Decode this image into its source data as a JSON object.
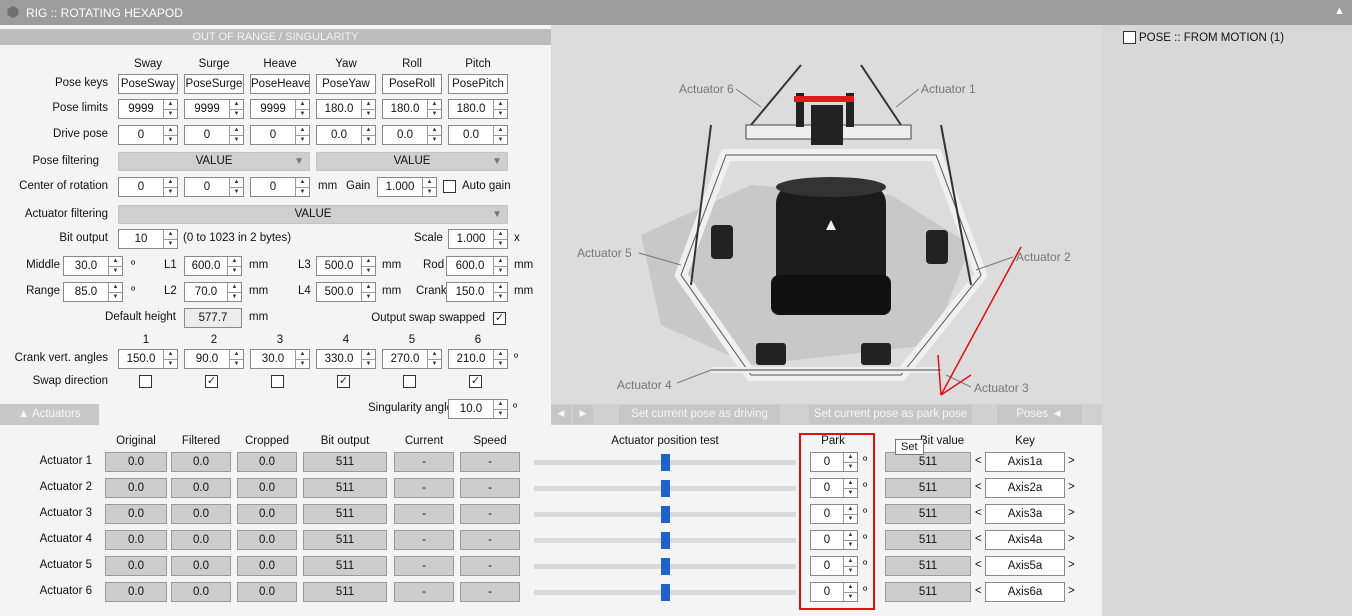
{
  "window": {
    "title": "RIG :: ROTATING HEXAPOD",
    "collapse_icon": "triangle-up-icon"
  },
  "banner": "OUT OF RANGE / SINGULARITY",
  "axes": [
    "Sway",
    "Surge",
    "Heave",
    "Yaw",
    "Roll",
    "Pitch"
  ],
  "pose_keys": {
    "label": "Pose keys",
    "values": [
      "PoseSway",
      "PoseSurge",
      "PoseHeave",
      "PoseYaw",
      "PoseRoll",
      "PosePitch"
    ]
  },
  "pose_limits": {
    "label": "Pose limits",
    "values": [
      "9999",
      "9999",
      "9999",
      "180.0",
      "180.0",
      "180.0"
    ]
  },
  "drive_pose": {
    "label": "Drive pose",
    "values": [
      "0",
      "0",
      "0",
      "0.0",
      "0.0",
      "0.0"
    ]
  },
  "pose_filtering": {
    "label": "Pose filtering",
    "left": "VALUE",
    "right": "VALUE"
  },
  "center_of_rotation": {
    "label": "Center of rotation",
    "values": [
      "0",
      "0",
      "0"
    ],
    "unit": "mm",
    "gain_label": "Gain",
    "gain": "1.000",
    "auto_gain": "Auto gain"
  },
  "actuator_filtering": {
    "label": "Actuator filtering",
    "value": "VALUE"
  },
  "bit_output": {
    "label": "Bit output",
    "value": "10",
    "hint": "(0 to 1023 in 2 bytes)",
    "scale_label": "Scale",
    "scale": "1.000",
    "scale_unit": "x"
  },
  "geometry": {
    "middle": {
      "label": "Middle",
      "value": "30.0",
      "unit": "º"
    },
    "range": {
      "label": "Range",
      "value": "85.0",
      "unit": "º"
    },
    "l1": {
      "label": "L1",
      "value": "600.0",
      "unit": "mm"
    },
    "l2": {
      "label": "L2",
      "value": "70.0",
      "unit": "mm"
    },
    "l3": {
      "label": "L3",
      "value": "500.0",
      "unit": "mm"
    },
    "l4": {
      "label": "L4",
      "value": "500.0",
      "unit": "mm"
    },
    "rod": {
      "label": "Rod",
      "value": "600.0",
      "unit": "mm"
    },
    "crank": {
      "label": "Crank",
      "value": "150.0",
      "unit": "mm"
    }
  },
  "default_height": {
    "label": "Default height",
    "value": "577.7",
    "unit": "mm"
  },
  "output_swap": {
    "label": "Output swap swapped",
    "checked": true
  },
  "crank": {
    "numbers": [
      "1",
      "2",
      "3",
      "4",
      "5",
      "6"
    ],
    "label": "Crank vert. angles",
    "values": [
      "150.0",
      "90.0",
      "30.0",
      "330.0",
      "270.0",
      "210.0"
    ],
    "unit": "º"
  },
  "swap_direction": {
    "label": "Swap direction",
    "checked": [
      false,
      true,
      false,
      true,
      false,
      true
    ]
  },
  "singularity": {
    "label": "Singularity angle",
    "value": "10.0",
    "unit": "º"
  },
  "diagram_labels": [
    "Actuator 6",
    "Actuator 1",
    "Actuator 5",
    "Actuator 2",
    "Actuator 4",
    "Actuator 3"
  ],
  "buttons": {
    "prev": "◄",
    "next": "►",
    "set_driving": "Set current pose as driving",
    "set_park": "Set current pose as park pose",
    "poses": "Poses ◄"
  },
  "actuators_tab": "▲  Actuators",
  "table": {
    "headers": [
      "Original",
      "Filtered",
      "Cropped",
      "Bit output",
      "Current",
      "Speed",
      "Actuator position test",
      "Park",
      "Bit value",
      "Key"
    ],
    "rows": [
      {
        "name": "Actuator 1",
        "original": "0.0",
        "filtered": "0.0",
        "cropped": "0.0",
        "bit": "511",
        "current": "-",
        "speed": "-",
        "park": "0",
        "bitval": "511",
        "key": "Axis1a"
      },
      {
        "name": "Actuator 2",
        "original": "0.0",
        "filtered": "0.0",
        "cropped": "0.0",
        "bit": "511",
        "current": "-",
        "speed": "-",
        "park": "0",
        "bitval": "511",
        "key": "Axis2a"
      },
      {
        "name": "Actuator 3",
        "original": "0.0",
        "filtered": "0.0",
        "cropped": "0.0",
        "bit": "511",
        "current": "-",
        "speed": "-",
        "park": "0",
        "bitval": "511",
        "key": "Axis3a"
      },
      {
        "name": "Actuator 4",
        "original": "0.0",
        "filtered": "0.0",
        "cropped": "0.0",
        "bit": "511",
        "current": "-",
        "speed": "-",
        "park": "0",
        "bitval": "511",
        "key": "Axis4a"
      },
      {
        "name": "Actuator 5",
        "original": "0.0",
        "filtered": "0.0",
        "cropped": "0.0",
        "bit": "511",
        "current": "-",
        "speed": "-",
        "park": "0",
        "bitval": "511",
        "key": "Axis5a"
      },
      {
        "name": "Actuator 6",
        "original": "0.0",
        "filtered": "0.0",
        "cropped": "0.0",
        "bit": "511",
        "current": "-",
        "speed": "-",
        "park": "0",
        "bitval": "511",
        "key": "Axis6a"
      }
    ],
    "park_unit": "º",
    "lt": "<",
    "gt": ">"
  },
  "tooltip": "Set",
  "right_panel": {
    "label": "POSE :: FROM MOTION (1)",
    "checked": false
  },
  "colors": {
    "highlight": "#e01010",
    "slider": "#1e63cc"
  }
}
